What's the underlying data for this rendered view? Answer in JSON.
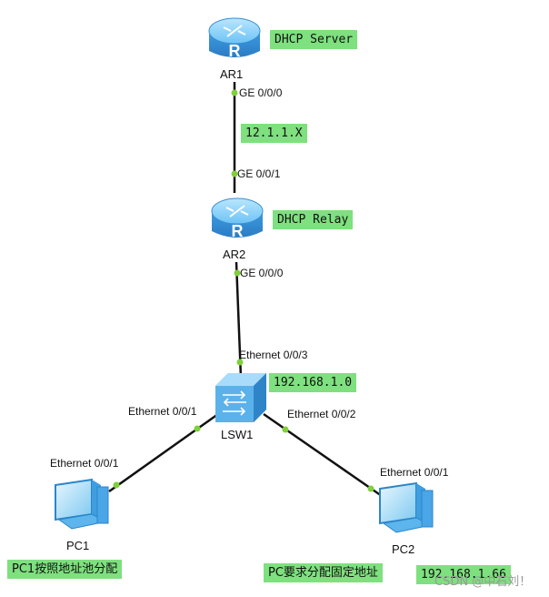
{
  "devices": {
    "ar1": {
      "name": "AR1",
      "type": "router-icon"
    },
    "ar2": {
      "name": "AR2",
      "type": "router-icon"
    },
    "lsw1": {
      "name": "LSW1",
      "type": "switch-icon"
    },
    "pc1": {
      "name": "PC1",
      "type": "pc-icon"
    },
    "pc2": {
      "name": "PC2",
      "type": "pc-icon"
    }
  },
  "ports": {
    "ar1_ge000": "GE 0/0/0",
    "ar2_ge001": "GE 0/0/1",
    "ar2_ge000": "GE 0/0/0",
    "lsw1_eth003": "Ethernet 0/0/3",
    "lsw1_eth001": "Ethernet 0/0/1",
    "lsw1_eth002": "Ethernet 0/0/2",
    "pc1_eth001": "Ethernet 0/0/1",
    "pc2_eth001": "Ethernet 0/0/1"
  },
  "notes": {
    "dhcp_server": "DHCP Server",
    "link_ar1_ar2": "12.1.1.X",
    "dhcp_relay": "DHCP Relay",
    "lan_subnet": "192.168.1.0",
    "pc1_note": "PC1按照地址池分配",
    "pc2_note": "PC要求分配固定地址",
    "pc2_ip": "192.168.1.66"
  },
  "watermark": "CSDN @中石刘！",
  "colors": {
    "note_bg": "#7ee07e",
    "port_dot": "#7fd03a",
    "router_body": "#4aa6e6",
    "switch_body": "#5bb2ea"
  }
}
